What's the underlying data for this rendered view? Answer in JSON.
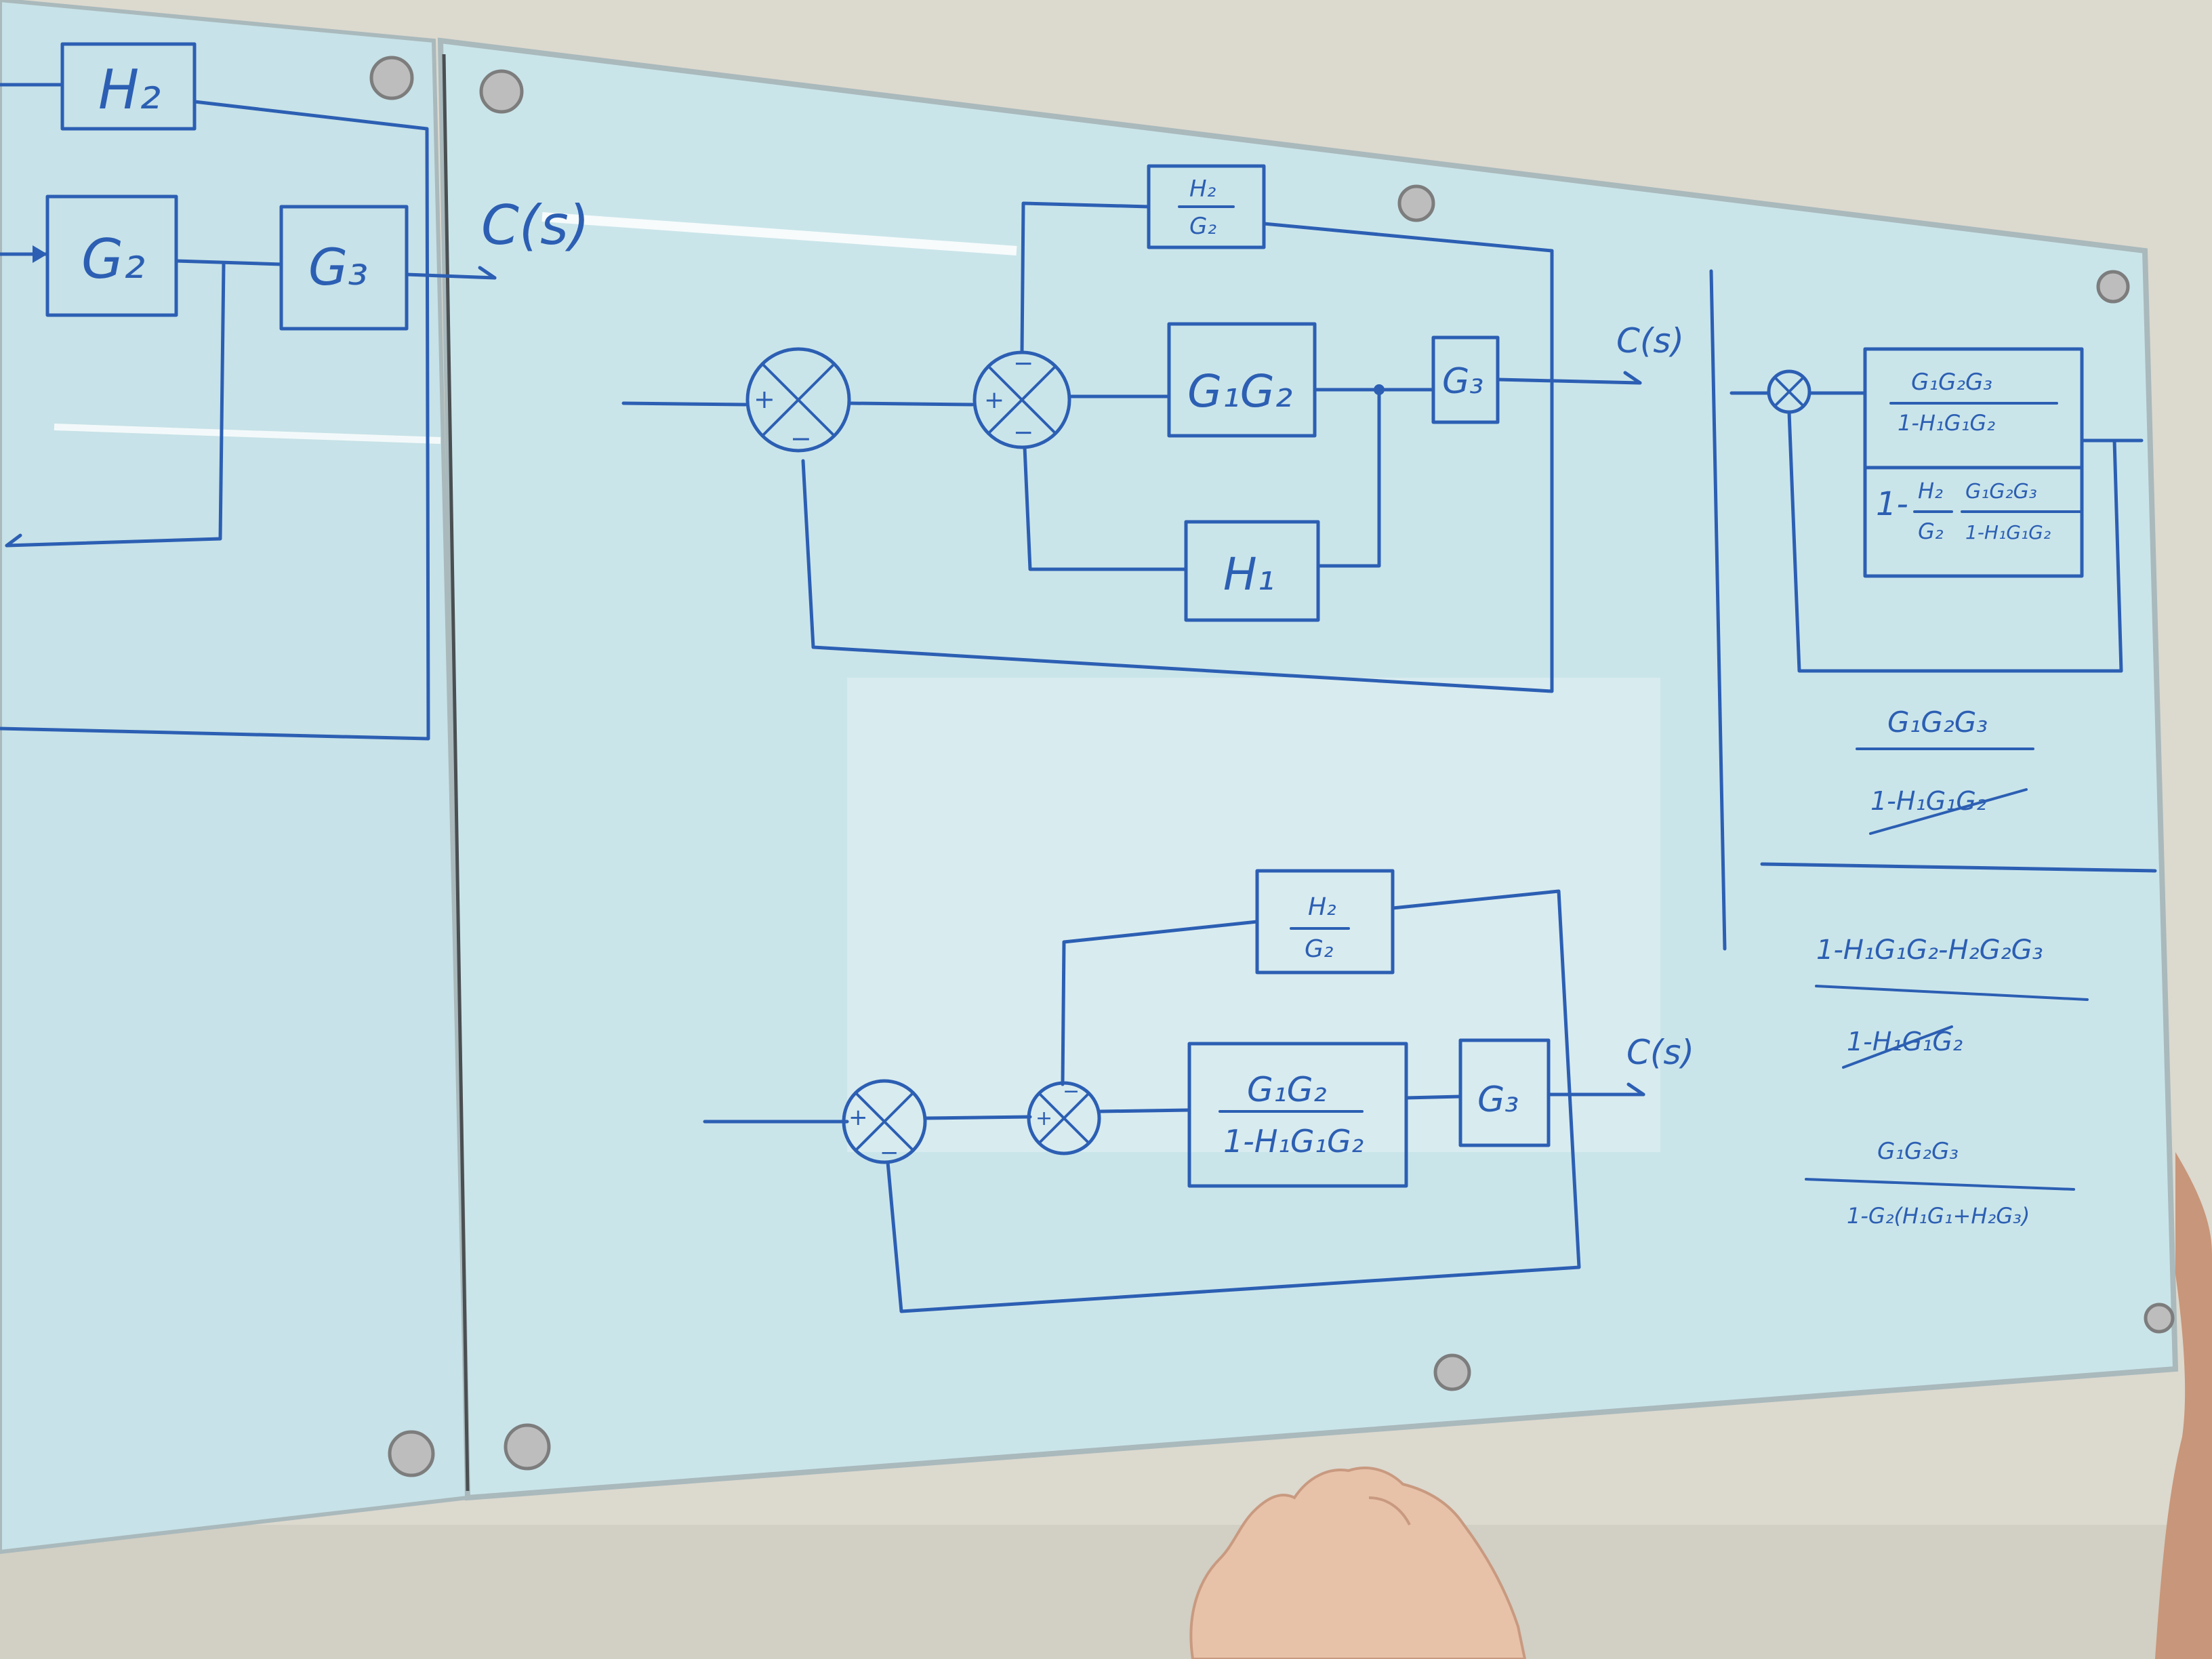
{
  "left_panel": {
    "h2_label": "H₂",
    "g2_label": "G₂",
    "g3_label": "G₃",
    "output_label": "C(s)"
  },
  "top_diagram": {
    "sum1_signs": [
      "+",
      "−"
    ],
    "sum2_signs": [
      "−",
      "+",
      "−"
    ],
    "feedforward_num": "H₂",
    "feedforward_den": "G₂",
    "g1g2_label": "G₁G₂",
    "g3_label": "G₃",
    "h1_label": "H₁",
    "output_label": "C(s)"
  },
  "bottom_diagram": {
    "sum1_signs": [
      "+",
      "−"
    ],
    "sum2_signs": [
      "+",
      "−"
    ],
    "feedforward_num": "H₂",
    "feedforward_den": "G₂",
    "tf_num": "G₁G₂",
    "tf_den": "1-H₁G₁G₂",
    "g3_label": "G₃",
    "output_label": "C(s)"
  },
  "right_work": {
    "box_num": "G₁G₂G₃",
    "box_den": "1-H₁G₁G₂",
    "box_lower_lead": "1-",
    "box_lower_frac_num": "H₂",
    "box_lower_frac_den": "G₂",
    "box_lower_tf_num": "G₁G₂G₃",
    "box_lower_tf_den": "1-H₁G₁G₂",
    "step1_num": "G₁G₂G₃",
    "step1_den": "1-H₁G₁G₂",
    "step2_num": "1-H₁G₁G₂-H₂G₂G₃",
    "step2_den": "1-H₁G₁G₂",
    "final_num": "G₁G₂G₃",
    "final_den": "1-G₂(H₁G₁+H₂G₃)"
  }
}
